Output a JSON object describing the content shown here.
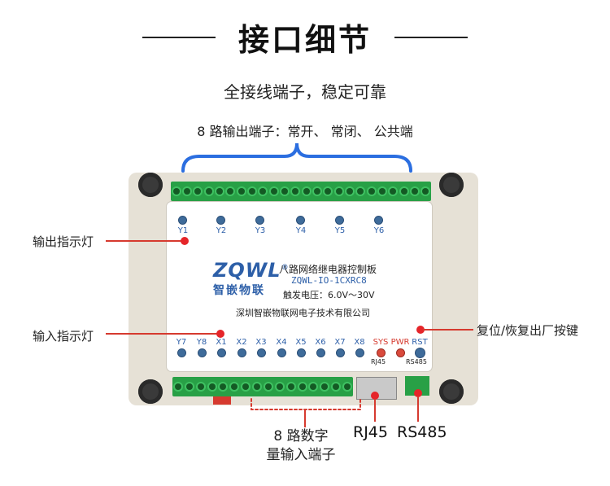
{
  "header": {
    "title": "接口细节",
    "subtitle": "全接线端子，稳定可靠",
    "output_terminal_label": "8 路输出端子：常开、 常闭、 公共端"
  },
  "callouts": {
    "output_indicator": "输出指示灯",
    "input_indicator": "输入指示灯",
    "reset_button": "复位/恢复出厂按键"
  },
  "bottom_labels": {
    "digital_input_line1": "8 路数字",
    "digital_input_line2": "量输入端子",
    "rj45": "RJ45",
    "rs485": "RS485"
  },
  "device": {
    "output_leds": [
      "Y1",
      "Y2",
      "Y3",
      "Y4",
      "Y5",
      "Y6"
    ],
    "input_leds": [
      "Y7",
      "Y8",
      "X1",
      "X2",
      "X3",
      "X4",
      "X5",
      "X6",
      "X7",
      "X8"
    ],
    "status_leds": [
      "SYS",
      "PWR",
      "RST"
    ],
    "port_labels": {
      "rj45": "RJ45",
      "rs485": "RS485"
    },
    "logo": "ZQWL",
    "logo_reg": "®",
    "logo_cn": "智嵌物联",
    "product_name": "八路网络继电器控制板",
    "model": "ZQWL-IO-1CXRC8",
    "voltage": "触发电压：6.0V～30V",
    "company": "深圳智嵌物联网电子技术有限公司"
  },
  "colors": {
    "accent_blue": "#2b6ee0",
    "callout_red": "#d63a2f",
    "terminal_green": "#28a046",
    "led_label_blue": "#2d5fa8"
  }
}
